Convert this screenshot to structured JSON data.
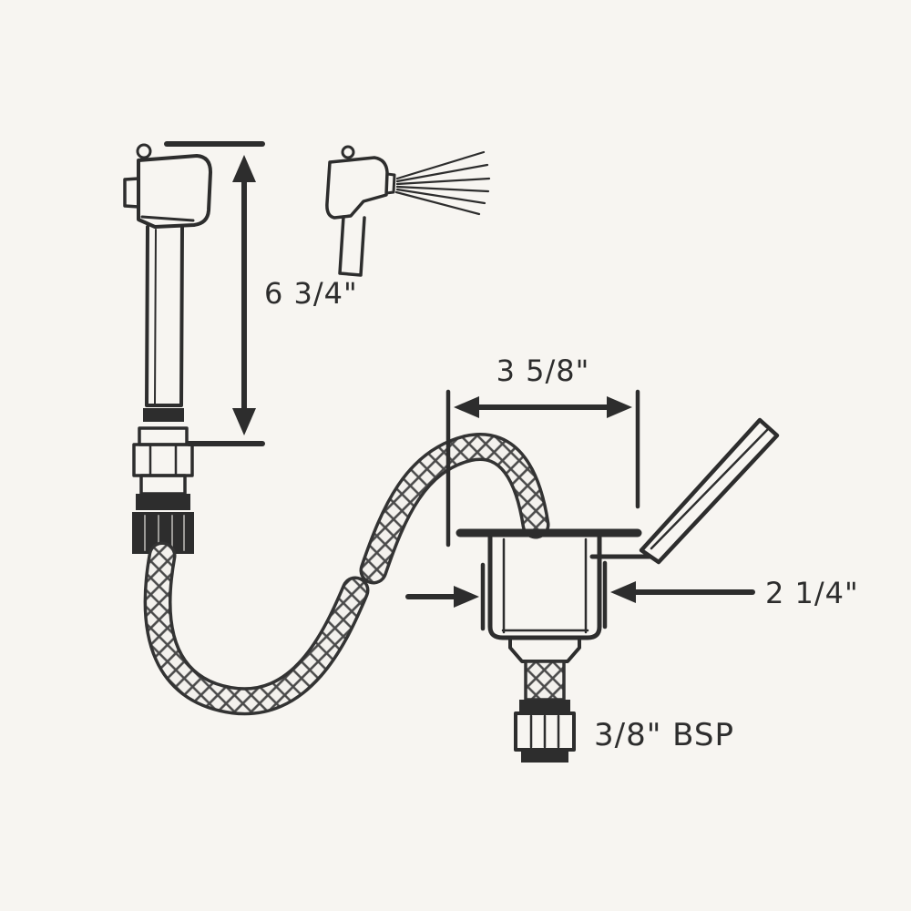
{
  "page": {
    "background": "#f7f5f1",
    "ink": "#2d2d2d"
  },
  "diagram": {
    "description": "Technical line drawing of a pull-out sprayer faucet with braided hose and recessed deck-mount housing with flip-up lid",
    "labels": {
      "handle_height": "6 3/4\"",
      "flange_width": "3 5/8\"",
      "body_diameter": "2 1/4\"",
      "thread_size": "3/8\" BSP"
    }
  }
}
